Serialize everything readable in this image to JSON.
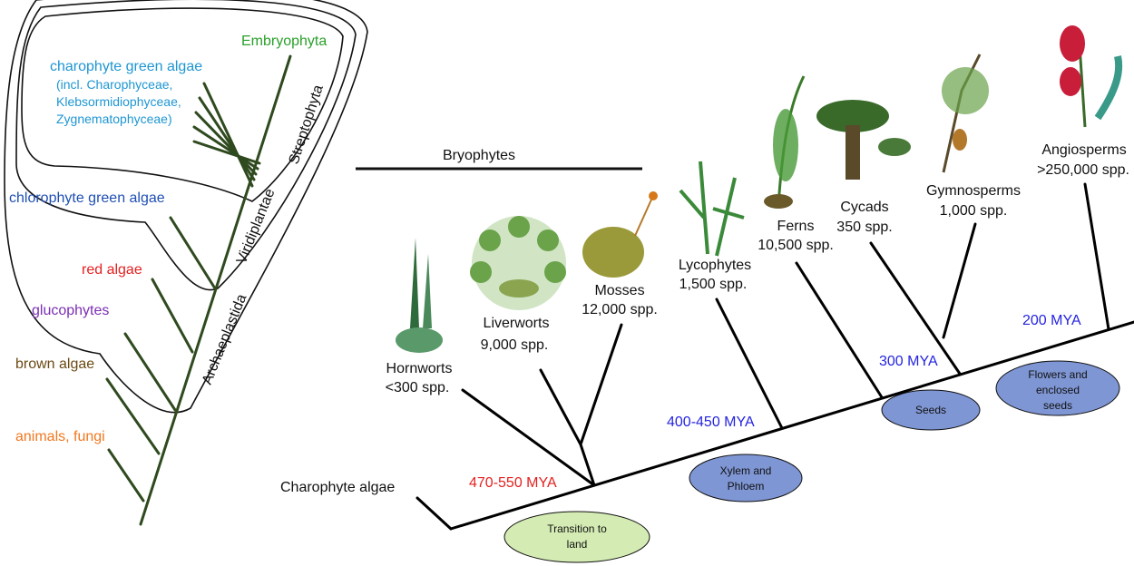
{
  "colors": {
    "branch": "#2f4a1f",
    "embryophyta": "#2aa02a",
    "charophyte": "#1e96d2",
    "chlorophyte": "#1f4fb4",
    "red": "#e52020",
    "glaucophyte": "#7a2fb4",
    "brown": "#6b4a14",
    "animals": "#f07820",
    "age_blue": "#2424e0",
    "age_red": "#e52020",
    "oval_blue": "#7f96d4",
    "oval_green": "#d4ecb4"
  },
  "left_tree": {
    "labels": {
      "embryophyta": "Embryophyta",
      "charophyte_1": "charophyte green algae",
      "charophyte_2": "(incl. Charophyceae,",
      "charophyte_3": "Klebsormidiophyceae,",
      "charophyte_4": "Zygnematophyceae)",
      "chlorophyte": "chlorophyte green algae",
      "red_algae": "red algae",
      "glaucophytes": "glucophytes",
      "brown_algae": "brown algae",
      "animals_fungi": "animals, fungi"
    },
    "clades": {
      "streptophyta": "Streptophyta",
      "viridiplantae": "Viridiplantae",
      "archaeplastida": "Archaeplastida"
    }
  },
  "right_tree": {
    "bryophytes": "Bryophytes",
    "charophyte_algae": "Charophyte algae",
    "groups": [
      {
        "name": "Hornworts",
        "species": "<300 spp."
      },
      {
        "name": "Liverworts",
        "species": "9,000 spp."
      },
      {
        "name": "Mosses",
        "species": "12,000 spp."
      },
      {
        "name": "Lycophytes",
        "species": "1,500 spp."
      },
      {
        "name": "Ferns",
        "species": "10,500 spp."
      },
      {
        "name": "Cycads",
        "species": "350 spp."
      },
      {
        "name": "Gymnosperms",
        "species": "1,000 spp."
      },
      {
        "name": "Angiosperms",
        "species": ">250,000 spp."
      }
    ],
    "ages": {
      "a470": "470-550 MYA",
      "a400": "400-450 MYA",
      "a300": "300 MYA",
      "a200": "200 MYA"
    },
    "events": {
      "land_1": "Transition to",
      "land_2": "land",
      "xylem_1": "Xylem and",
      "xylem_2": "Phloem",
      "seeds": "Seeds",
      "flowers_1": "Flowers and",
      "flowers_2": "enclosed",
      "flowers_3": "seeds"
    }
  }
}
